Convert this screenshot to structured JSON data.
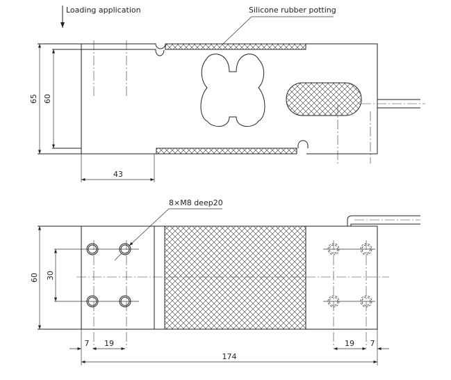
{
  "annotations": {
    "loading": "Loading application",
    "potting": "Silicone rubber potting",
    "holes": "8×M8 deep20"
  },
  "top_view_dims": {
    "height_outer": "65",
    "height_inner": "60",
    "load_offset": "43"
  },
  "bottom_view_dims": {
    "width": "60",
    "hole_spacing_y": "30",
    "edge_left": "7",
    "pitch_left": "19",
    "pitch_right": "19",
    "edge_right": "7",
    "length": "174"
  }
}
